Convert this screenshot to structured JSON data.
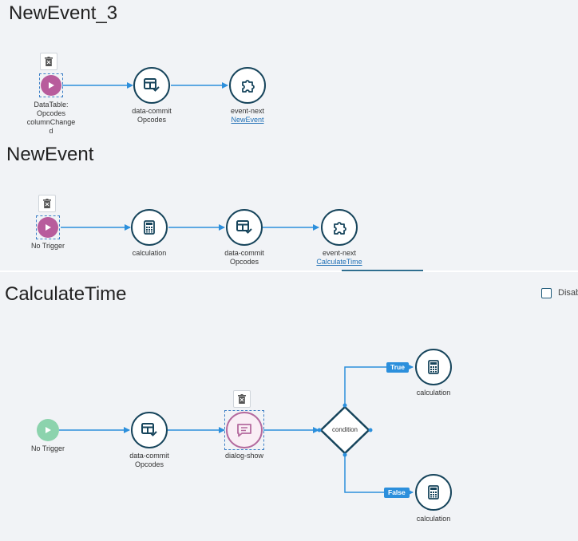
{
  "sections": [
    {
      "title": "NewEvent_3"
    },
    {
      "title": "NewEvent"
    },
    {
      "title": "CalculateTime"
    }
  ],
  "nodes": {
    "s1_trigger": [
      "DataTable:",
      "Opcodes",
      "columnChange",
      "d"
    ],
    "s1_commit": [
      "data-commit",
      "Opcodes"
    ],
    "s1_next": {
      "name": "event-next",
      "link": "NewEvent"
    },
    "s2_trigger": "No Trigger",
    "s2_calc": "calculation",
    "s2_commit": [
      "data-commit",
      "Opcodes"
    ],
    "s2_next": {
      "name": "event-next",
      "link": "CalculateTime"
    },
    "s3_trigger": "No Trigger",
    "s3_commit": [
      "data-commit",
      "Opcodes"
    ],
    "s3_dialog": "dialog-show",
    "s3_condition": "condition",
    "s3_calc_true": "calculation",
    "s3_calc_false": "calculation"
  },
  "branches": {
    "true_label": "True",
    "false_label": "False"
  },
  "toolbar": {
    "disable_label": "Disab"
  },
  "colors": {
    "node_border": "#17455c",
    "trigger": "#b85c9c",
    "trigger_inactive": "#8cd3ad",
    "connector": "#2c8fdc",
    "dialog_border": "#b46a9e"
  }
}
